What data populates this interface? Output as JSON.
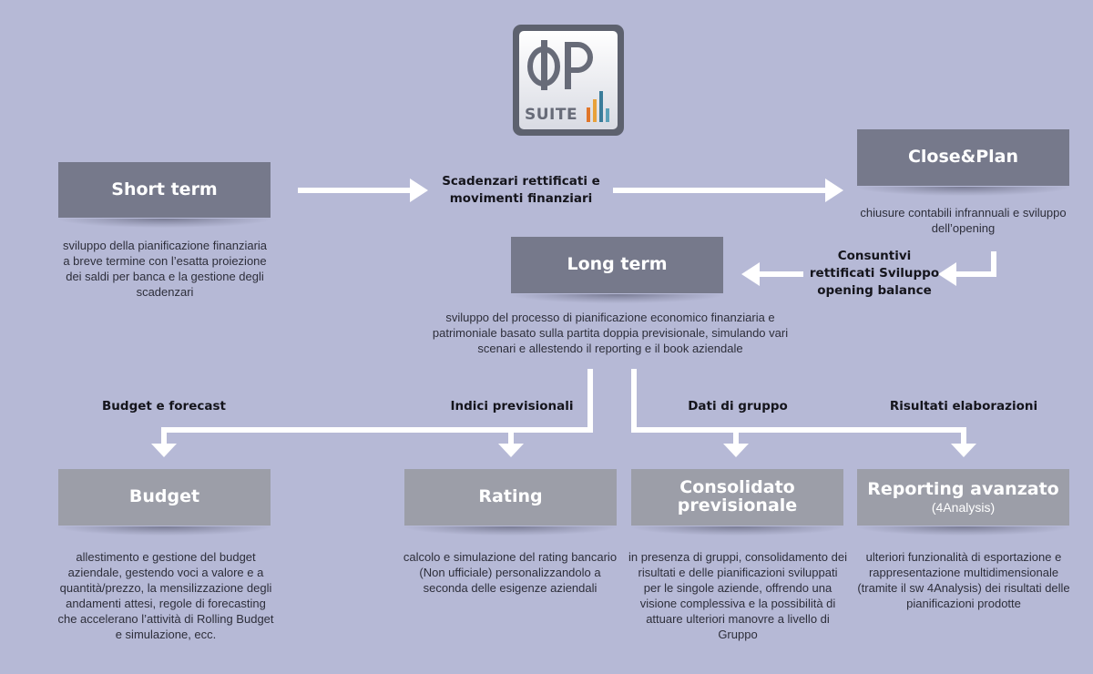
{
  "logo": {
    "text": "SUITE",
    "bar_colors": [
      "#e0762a",
      "#e8a13a",
      "#3a7c9a",
      "#5aa0b8"
    ]
  },
  "nodes": {
    "short_term": {
      "title": "Short term",
      "desc": "sviluppo della pianificazione finanziaria a breve termine con l’esatta proiezione dei saldi per banca e la gestione degli scadenzari"
    },
    "close_plan": {
      "title": "Close&Plan",
      "desc": "chiusure contabili infrannuali e sviluppo dell’opening"
    },
    "long_term": {
      "title": "Long term",
      "desc": "sviluppo del processo di pianificazione economico finanziaria e patrimoniale basato sulla partita doppia previsionale, simulando vari scenari e allestendo il reporting e il book aziendale"
    },
    "budget": {
      "title": "Budget",
      "desc": "allestimento e gestione del budget aziendale, gestendo voci a valore e a quantità/prezzo, la mensilizzazione degli andamenti attesi, regole di forecasting che accelerano l’attività di Rolling Budget e simulazione, ecc."
    },
    "rating": {
      "title": "Rating",
      "desc": "calcolo e simulazione del rating bancario (Non ufficiale) personalizzandolo a seconda delle esigenze aziendali"
    },
    "consolidato": {
      "title_line1": "Consolidato",
      "title_line2": "previsionale",
      "desc": "in presenza di gruppi, consolidamento dei risultati e delle pianificazioni sviluppati per le singole aziende, offrendo una visione complessiva e la possibilità di attuare ulteriori manovre a livello di Gruppo"
    },
    "reporting": {
      "title": "Reporting avanzato",
      "subtitle": "(4Analysis)",
      "desc": "ulteriori funzionalità di esportazione e rappresentazione multidimensionale (tramite il sw 4Analysis) dei risultati delle pianificazioni prodotte"
    }
  },
  "edges": {
    "scadenzari": "Scadenzari rettificati e movimenti finanziari",
    "consuntivi": "Consuntivi rettificati Sviluppo opening balance",
    "budget_forecast": "Budget e forecast",
    "indici": "Indici previsionali",
    "dati_gruppo": "Dati di gruppo",
    "risultati": "Risultati elaborazioni"
  },
  "colors": {
    "background": "#b6b9d6",
    "box_dark": "#76798b",
    "box_light": "#9c9ea8",
    "arrow": "#ffffff"
  }
}
